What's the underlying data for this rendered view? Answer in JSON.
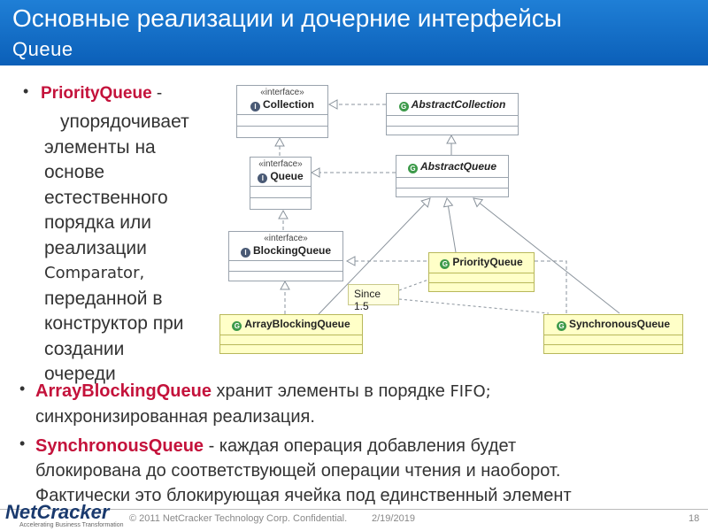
{
  "slide": {
    "title": "Основные реализации и дочерние интерфейсы",
    "subtitle": "Queue"
  },
  "bullets": {
    "priority": {
      "keyword": "PriorityQueue",
      "dash": " -",
      "line1": "упорядочивает",
      "line2": "элементы на",
      "line3": "основе",
      "line4": "естественного",
      "line5": "порядка или",
      "line6": "реализации",
      "line7": "Comparator,",
      "line8": "переданной в",
      "line9": "конструктор при",
      "line10": "создании",
      "line11": "очереди"
    },
    "array_blocking": {
      "keyword": "ArrayBlockingQueue",
      "text1": " хранит элементы в порядке ",
      "fifo": "FIFO;",
      "text2": "синхронизированная  реализация."
    },
    "synchronous": {
      "keyword": "SynchronousQueue",
      "text1": " - каждая операция добавления будет",
      "text2": "блокирована до соответствующей операции чтения и наоборот.",
      "text3": "Фактически это блокирующая ячейка под единственный элемент"
    }
  },
  "diagram": {
    "collection": {
      "stereotype": "«interface»",
      "name": "Collection"
    },
    "abstract_collection": {
      "name": "AbstractCollection"
    },
    "queue": {
      "stereotype": "«interface»",
      "name": "Queue"
    },
    "abstract_queue": {
      "name": "AbstractQueue"
    },
    "blocking_queue": {
      "stereotype": "«interface»",
      "name": "BlockingQueue"
    },
    "priority_queue": {
      "name": "PriorityQueue"
    },
    "array_blocking_queue": {
      "name": "ArrayBlockingQueue"
    },
    "synchronous_queue": {
      "name": "SynchronousQueue"
    },
    "note": "Since 1.5",
    "icon_interface": "I",
    "icon_class": "G"
  },
  "footer": {
    "logo": "NetCracker",
    "logo_tagline": "Accelerating Business Transformation",
    "copyright": "© 2011 NetCracker Technology Corp. Confidential.",
    "date": "2/19/2019",
    "page": "18"
  }
}
